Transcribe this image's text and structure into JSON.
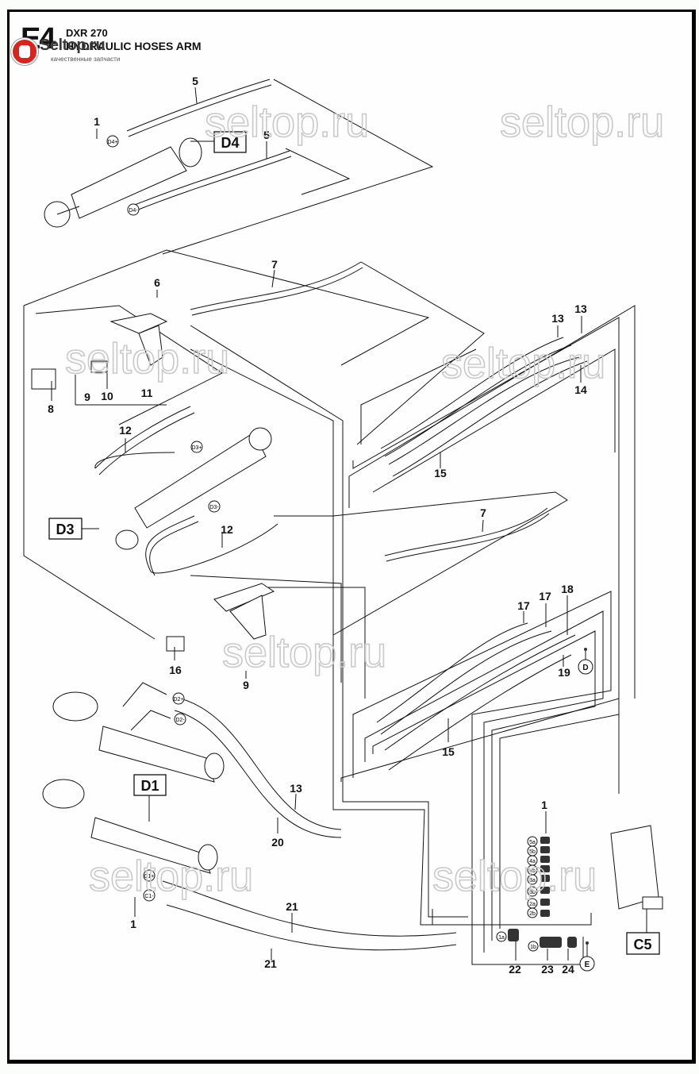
{
  "header": {
    "section_code": "E4",
    "model": "DXR 270",
    "title": "HYDRAULIC HOSES ARM"
  },
  "logo": {
    "brand": "Seltop.ru",
    "tagline": "качественные запчасти",
    "color": "#d9231d"
  },
  "watermark": "seltop.ru",
  "reference_boxes": [
    "D4",
    "D3",
    "D1",
    "C5"
  ],
  "circle_refs": [
    "D",
    "E"
  ],
  "port_labels": {
    "d4": [
      "D4+",
      "D4-"
    ],
    "d3": [
      "D3+",
      "D3-"
    ],
    "d2": [
      "D2+",
      "D2-"
    ],
    "c1": [
      "C1+",
      "C1-"
    ],
    "valve": [
      "5a",
      "5b",
      "4a",
      "4b",
      "3a",
      "3b",
      "2a",
      "2b"
    ],
    "pump": [
      "1a",
      "1b"
    ]
  },
  "callouts": {
    "c1_top": "1",
    "c5_top_a": "5",
    "c5_top_b": "5",
    "c6": "6",
    "c7_top": "7",
    "c8": "8",
    "c9_top": "9",
    "c10": "10",
    "c11": "11",
    "c12_top": "12",
    "c12_bot": "12",
    "c13_a": "13",
    "c13_b": "13",
    "c14": "14",
    "c15_top": "15",
    "c7_mid": "7",
    "c16": "16",
    "c9_mid": "9",
    "c17_a": "17",
    "c17_b": "17",
    "c18": "18",
    "c19": "19",
    "c15_mid": "15",
    "c13_low": "13",
    "c20": "20",
    "c1_valve": "1",
    "c21_a": "21",
    "c21_b": "21",
    "c1_low": "1",
    "c22": "22",
    "c23": "23",
    "c24": "24"
  }
}
